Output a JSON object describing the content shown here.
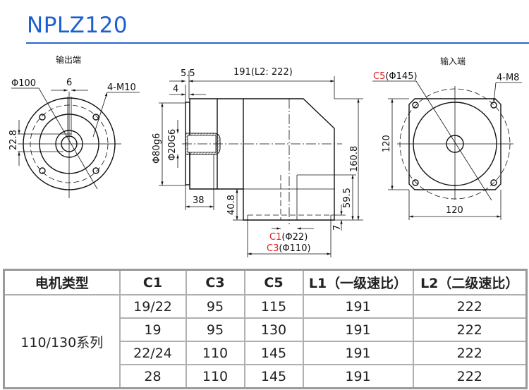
{
  "title": "NPLZ120",
  "output_view": {
    "label": "输出端",
    "dia": "Φ100",
    "key_width": "6",
    "bolts": "4-M10",
    "key_height": "22.8"
  },
  "side_view": {
    "length": "191(L2: 222)",
    "d55": "5.5",
    "d4": "4",
    "flange_dia": "Φ80g6",
    "shaft_dia": "Φ20G6",
    "shaft_len": "38",
    "h408": "40.8",
    "height": "160.8",
    "h595": "59.5",
    "h7": "7",
    "c1_code": "C1",
    "c1_val": "(Φ22)",
    "c3_code": "C3",
    "c3_val": "(Φ110)"
  },
  "input_view": {
    "label": "输入端",
    "c5_code": "C5",
    "c5_val": "(Φ145)",
    "bolts": "4-M8",
    "height": "120",
    "width": "120"
  },
  "table": {
    "headers": [
      "电机类型",
      "C1",
      "C3",
      "C5",
      "L1（一级速比）",
      "L2（二级速比）"
    ],
    "motor_type": "110/130系列",
    "rows": [
      [
        "19/22",
        "95",
        "115",
        "191",
        "222"
      ],
      [
        "19",
        "95",
        "130",
        "191",
        "222"
      ],
      [
        "22/24",
        "110",
        "145",
        "191",
        "222"
      ],
      [
        "28",
        "110",
        "145",
        "191",
        "222"
      ]
    ]
  },
  "colors": {
    "title": "#1c5fd0",
    "code_red": "#e21b1b"
  }
}
